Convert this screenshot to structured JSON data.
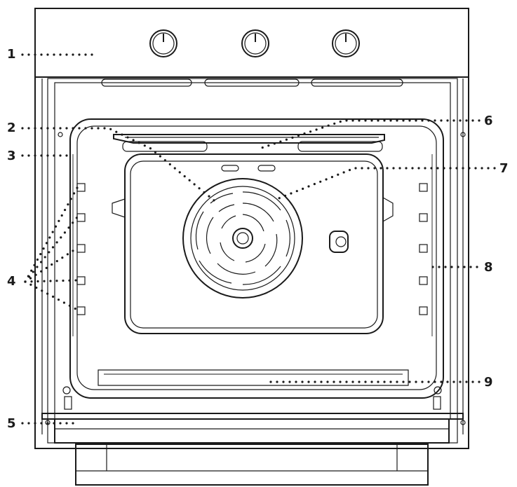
{
  "diagram": {
    "labels": [
      "1",
      "2",
      "3",
      "4",
      "5",
      "6",
      "7",
      "8",
      "9"
    ]
  },
  "icons": {
    "knob": "control-knob-icon",
    "fan": "fan-icon",
    "lamp": "oven-lamp-icon"
  },
  "colors": {
    "line": "#1a1a1a",
    "background": "#ffffff"
  }
}
